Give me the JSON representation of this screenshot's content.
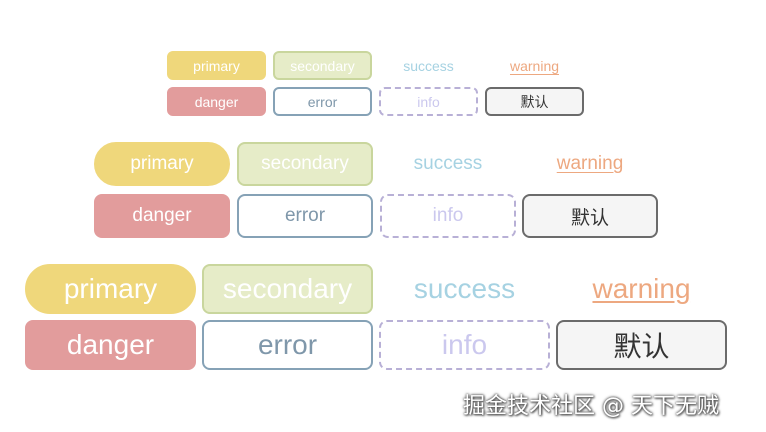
{
  "small": {
    "primary": "primary",
    "secondary": "secondary",
    "success": "success",
    "warning": "warning",
    "danger": "danger",
    "error": "error",
    "info": "info",
    "default": "默认"
  },
  "medium": {
    "primary": "primary",
    "secondary": "secondary",
    "success": "success",
    "warning": "warning",
    "danger": "danger",
    "error": "error",
    "info": "info",
    "default": "默认"
  },
  "large": {
    "primary": "primary",
    "secondary": "secondary",
    "success": "success",
    "warning": "warning",
    "danger": "danger",
    "error": "error",
    "info": "info",
    "default": "默认"
  },
  "watermark": "掘金技术社区 @ 天下无贼",
  "colors": {
    "primary": "#efd77b",
    "secondary": "#e6ecc8",
    "success": "#a6d2e2",
    "warning": "#eda880",
    "danger": "#e29c9c",
    "error": "#86a2b6",
    "info": "#cbc8ee",
    "default": "#f5f5f5"
  }
}
